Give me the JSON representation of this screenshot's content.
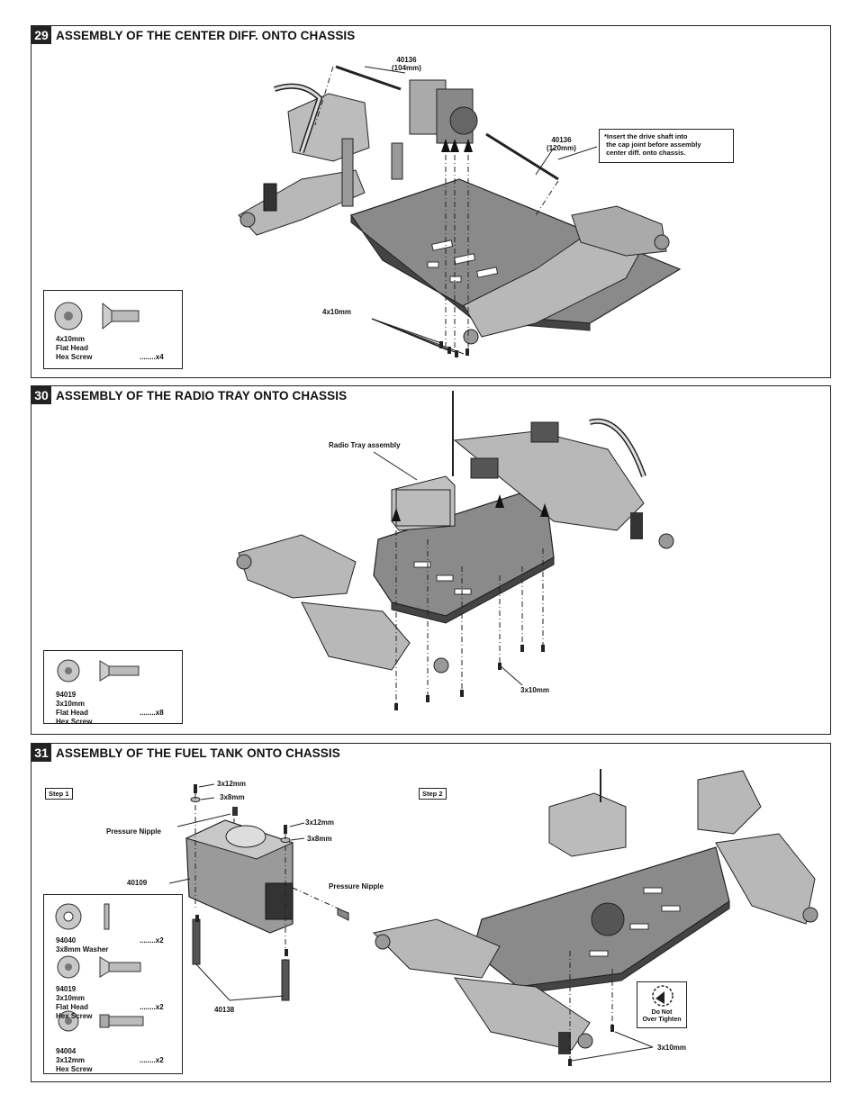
{
  "steps": [
    {
      "number": "29",
      "title": "ASSEMBLY OF THE CENTER DIFF. ONTO CHASSIS",
      "callouts": {
        "shaft_front": "40136\n(104mm)",
        "shaft_rear": "40136\n(120mm)",
        "screw": "4x10mm"
      },
      "note": "*Insert the drive shaft into\n the cap joint before assembly\n center diff. onto chassis.",
      "parts": {
        "line1": "4x10mm",
        "line2": "Flat Head",
        "line3": "Hex Screw",
        "qty": "........x4"
      }
    },
    {
      "number": "30",
      "title": "ASSEMBLY OF THE RADIO TRAY ONTO CHASSIS",
      "callouts": {
        "tray": "Radio Tray assembly",
        "screw": "3x10mm"
      },
      "parts": {
        "code": "94019",
        "line1": "3x10mm",
        "line2": "Flat Head",
        "line3": "Hex Screw",
        "qty": "........x8"
      }
    },
    {
      "number": "31",
      "title": "ASSEMBLY OF THE FUEL TANK ONTO CHASSIS",
      "step1_tag": "Step 1",
      "step2_tag": "Step 2",
      "callouts": {
        "s1": "3x12mm",
        "w1": "3x8mm",
        "nipple1": "Pressure Nipple",
        "s2": "3x12mm",
        "w2": "3x8mm",
        "tank": "40109",
        "nipple2": "Pressure Nipple",
        "posts": "40138",
        "screw": "3x10mm"
      },
      "warning": "Do Not\nOver Tighten",
      "parts": [
        {
          "code": "94040",
          "line1": "3x8mm Washer",
          "line2": "",
          "qty": "........x2"
        },
        {
          "code": "94019",
          "line1": "3x10mm",
          "line2": "Flat Head",
          "line3": "Hex Screw",
          "qty": "........x2"
        },
        {
          "code": "94004",
          "line1": "3x12mm",
          "line2": "Hex Screw",
          "qty": "........x2"
        }
      ]
    }
  ]
}
